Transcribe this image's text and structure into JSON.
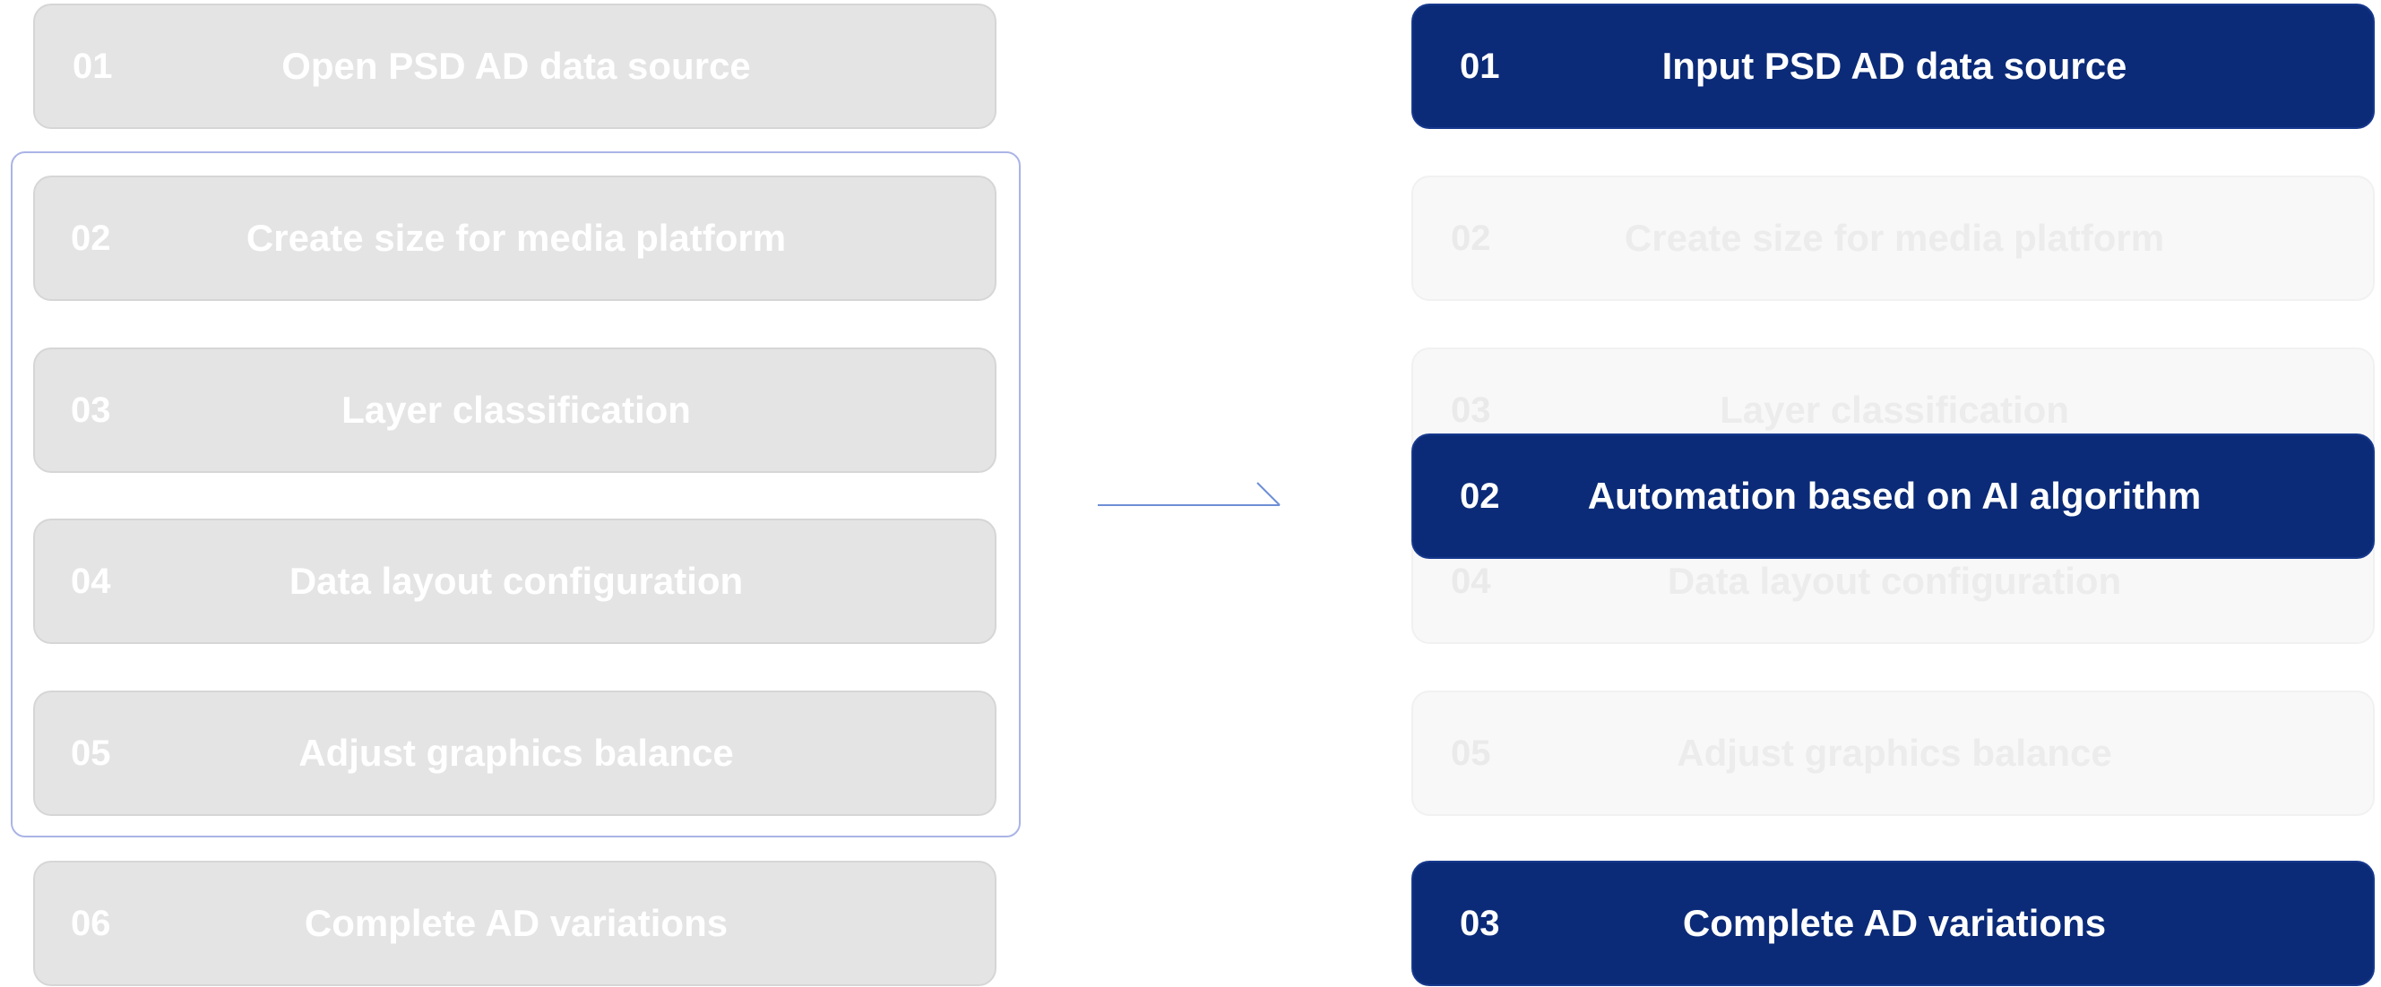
{
  "left_steps": [
    {
      "num": "01",
      "label": "Open PSD AD data source"
    },
    {
      "num": "02",
      "label": "Create size for media platform"
    },
    {
      "num": "03",
      "label": "Layer classification"
    },
    {
      "num": "04",
      "label": "Data layout configuration"
    },
    {
      "num": "05",
      "label": "Adjust graphics balance"
    },
    {
      "num": "06",
      "label": "Complete AD variations"
    }
  ],
  "right_faded_steps": [
    {
      "num": "02",
      "label": "Create size for media platform"
    },
    {
      "num": "03",
      "label": "Layer classification"
    },
    {
      "num": "04",
      "label": "Data layout configuration"
    },
    {
      "num": "05",
      "label": "Adjust graphics balance"
    }
  ],
  "right_active_steps": [
    {
      "num": "01",
      "label": "Input PSD AD data source"
    },
    {
      "num": "02",
      "label": "Automation based on AI algorithm"
    },
    {
      "num": "03",
      "label": "Complete AD variations"
    }
  ],
  "colors": {
    "active_fill": "#0b2b78",
    "inactive_fill": "#e4e4e4",
    "group_border": "#aab4e6",
    "arrow": "#6f8fd6"
  }
}
